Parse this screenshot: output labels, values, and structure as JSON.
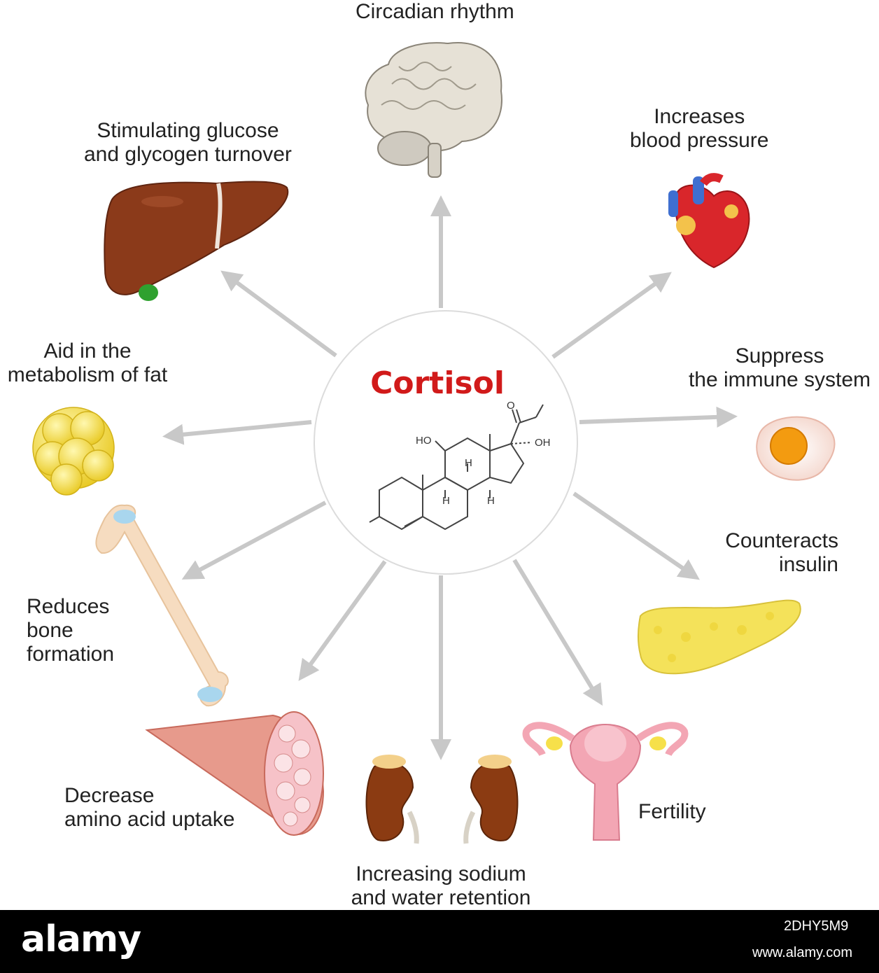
{
  "center": {
    "title": "Cortisol",
    "molecule_labels": {
      "ho": "HO",
      "oh": "OH",
      "o": "O",
      "h1": "H",
      "h2": "H",
      "h3": "H"
    }
  },
  "labels": {
    "circadian": [
      "Circadian rhythm"
    ],
    "blood_pressure": [
      "Increases",
      "blood pressure"
    ],
    "glucose": [
      "Stimulating glucose",
      "and glycogen turnover"
    ],
    "fat": [
      "Aid in the",
      "metabolism of fat"
    ],
    "immune": [
      "Suppress",
      "the immune system"
    ],
    "insulin": [
      "Counteracts",
      "insulin"
    ],
    "bone": [
      "Reduces",
      "bone",
      "formation"
    ],
    "amino": [
      "Decrease",
      "amino acid uptake"
    ],
    "sodium": [
      "Increasing sodium",
      "and water retention"
    ],
    "fertility": [
      "Fertility"
    ]
  },
  "colors": {
    "title_red": "#d11a1a",
    "arrow_gray": "#c8c8c8",
    "liver": "#8b3a1a",
    "fat": "#f6e04a",
    "heart": "#d9262b",
    "bone": "#f6dcc0",
    "muscle": "#e79a8c",
    "kidney": "#8b3b12",
    "uterus": "#f3a6b4",
    "pancreas": "#f4e25a"
  },
  "footer": {
    "brand": "alamy",
    "image_id": "2DHY5M9",
    "url": "www.alamy.com"
  }
}
